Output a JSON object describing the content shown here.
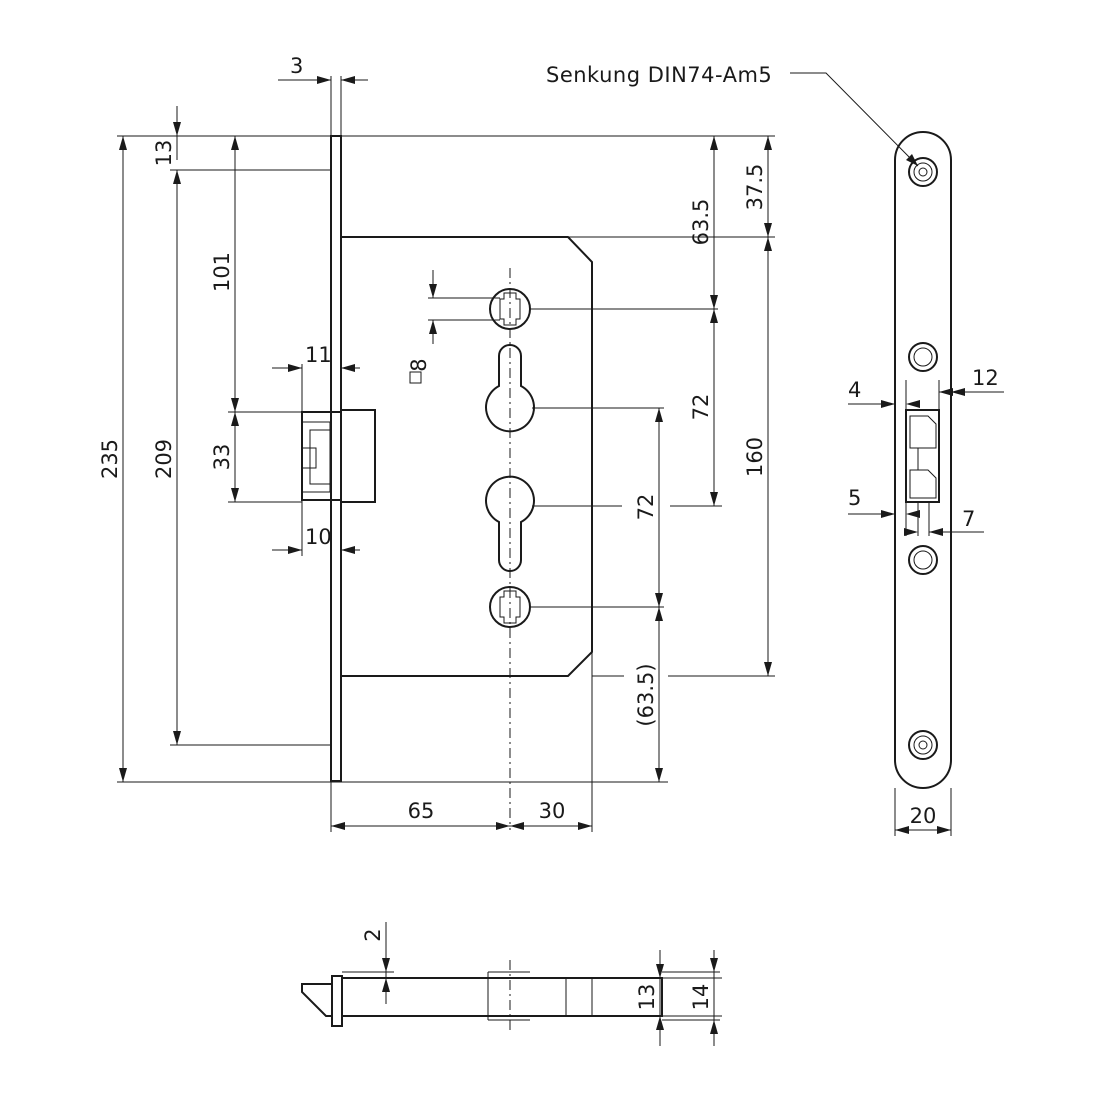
{
  "callout": {
    "countersink": "Senkung DIN74-Am5"
  },
  "dims": {
    "d3": "3",
    "d13": "13",
    "d101": "101",
    "d235": "235",
    "d209": "209",
    "d33": "33",
    "d11": "11",
    "d10": "10",
    "sq8": "□8",
    "d63_5": "63.5",
    "d37_5": "37.5",
    "d72a": "72",
    "d72b": "72",
    "d160": "160",
    "d63_5p": "(63.5)",
    "d65": "65",
    "d30": "30",
    "d4": "4",
    "d12": "12",
    "d5": "5",
    "d7": "7",
    "d20": "20",
    "d2": "2",
    "d13b": "13",
    "d14": "14"
  }
}
